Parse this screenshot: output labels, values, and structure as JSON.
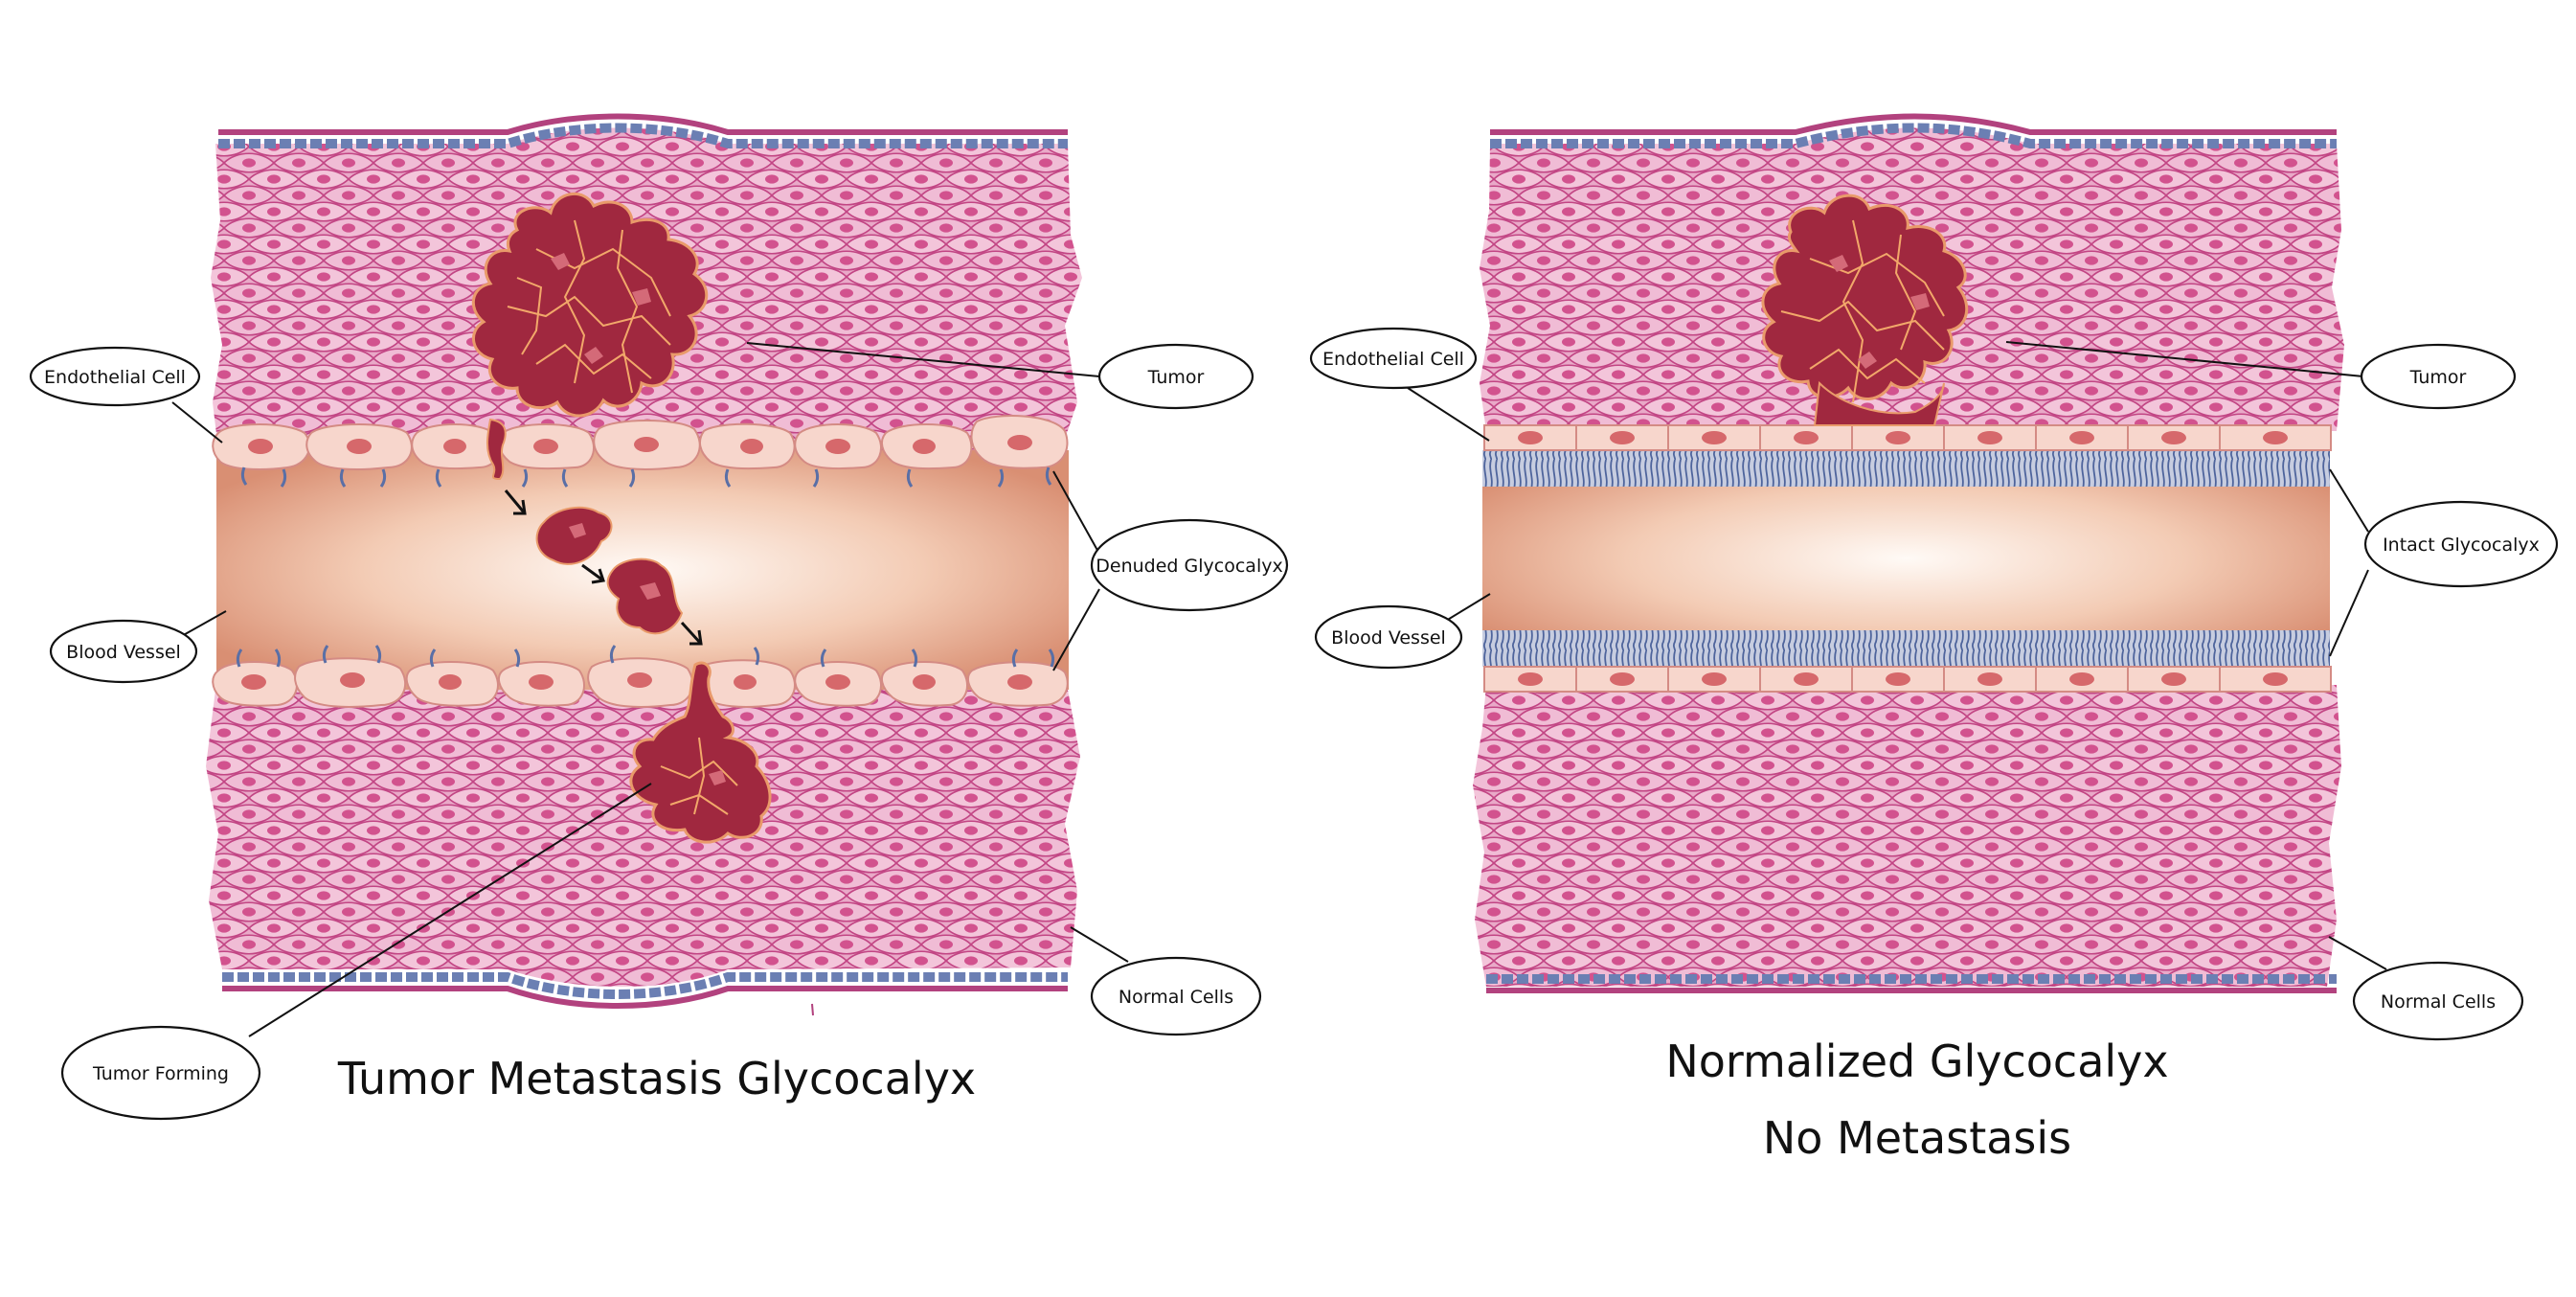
{
  "colors": {
    "tissue": "#e6a3c4",
    "tissue_light": "#f3c7dc",
    "cell_stroke": "#c24584",
    "nucleus": "#cf4f8c",
    "membrane_outer": "#b2427e",
    "membrane_inner": "#6b7fb3",
    "tumor_fill": "#a0283f",
    "tumor_edge": "#f2a86a",
    "endothelial_fill": "#f7d6cc",
    "endothelial_stroke": "#d48b84",
    "endothelial_nucleus": "#d6686b",
    "lumen_center": "#fffaf6",
    "lumen_edge": "#d98f73",
    "glycocalyx": "#5a6fa6"
  },
  "left_panel": {
    "caption": "Tumor Metastasis Glycocalyx",
    "labels": {
      "endothelial_cell": "Endothelial Cell",
      "tumor": "Tumor",
      "denuded_glycocalyx": "Denuded Glycocalyx",
      "blood_vessel": "Blood Vessel",
      "normal_cells": "Normal Cells",
      "tumor_forming": "Tumor Forming"
    }
  },
  "right_panel": {
    "caption_line1": "Normalized Glycocalyx",
    "caption_line2": "No Metastasis",
    "labels": {
      "endothelial_cell": "Endothelial Cell",
      "tumor": "Tumor",
      "intact_glycocalyx": "Intact Glycocalyx",
      "blood_vessel": "Blood Vessel",
      "normal_cells": "Normal Cells"
    }
  }
}
